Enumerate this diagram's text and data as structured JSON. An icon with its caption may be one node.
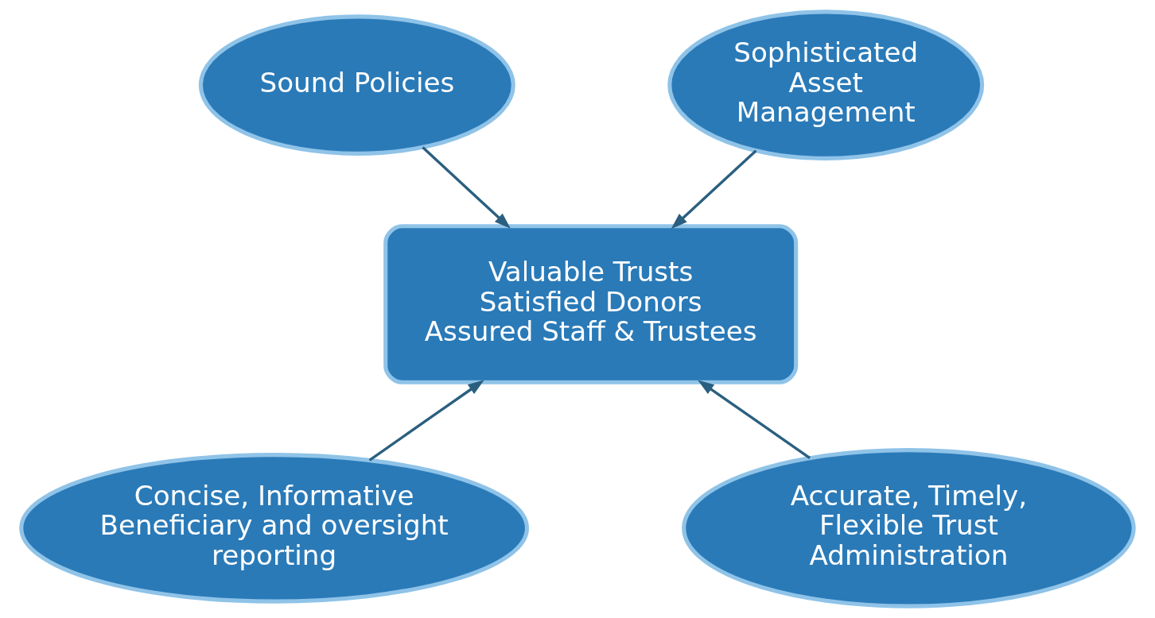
{
  "diagram": {
    "nodes": [
      {
        "text": [
          "Valuable Trusts",
          "Satisfied Donors",
          "Assured Staff & Trustees"
        ]
      },
      {
        "text": [
          "Sound Policies"
        ]
      },
      {
        "text": [
          "Sophisticated Asset Management"
        ]
      },
      {
        "text": [
          "Concise, Informative Beneficiary and oversight reporting"
        ]
      },
      {
        "text": [
          "Accurate, Timely, Flexible Trust Administration"
        ]
      }
    ],
    "edges": [
      {
        "from": 1,
        "to": 0,
        "arrow": "to"
      },
      {
        "from": 2,
        "to": 0,
        "arrow": "to"
      },
      {
        "from": 3,
        "to": 0,
        "arrow": "to"
      },
      {
        "from": 4,
        "to": 0,
        "arrow": "to"
      }
    ]
  }
}
